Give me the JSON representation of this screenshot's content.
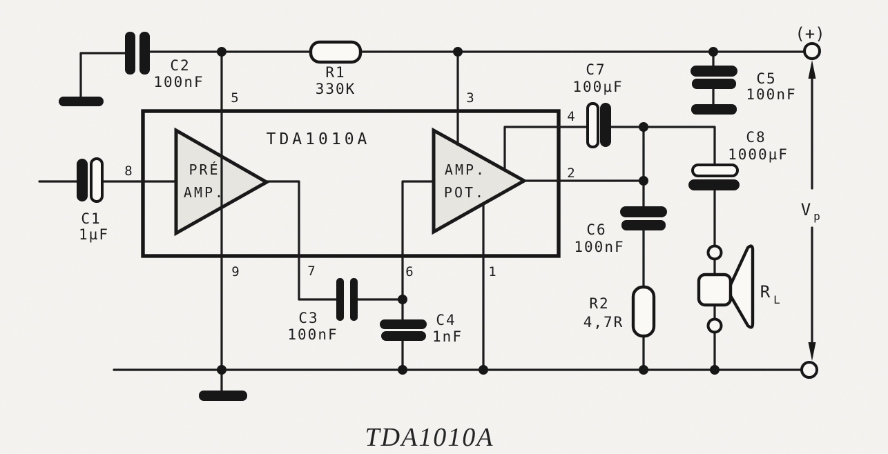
{
  "ic": {
    "part": "TDA1010A",
    "preamp_line1": "PRÉ",
    "preamp_line2": "AMP.",
    "poweramp_line1": "AMP.",
    "poweramp_line2": "POT."
  },
  "pins": {
    "p1": "1",
    "p2": "2",
    "p3": "3",
    "p4": "4",
    "p5": "5",
    "p6": "6",
    "p7": "7",
    "p8": "8",
    "p9": "9"
  },
  "components": {
    "c1": {
      "name": "C1",
      "value": "1µF"
    },
    "c2": {
      "name": "C2",
      "value": "100nF"
    },
    "c3": {
      "name": "C3",
      "value": "100nF"
    },
    "c4": {
      "name": "C4",
      "value": "1nF"
    },
    "c5": {
      "name": "C5",
      "value": "100nF"
    },
    "c6": {
      "name": "C6",
      "value": "100nF"
    },
    "c7": {
      "name": "C7",
      "value": "100µF"
    },
    "c8": {
      "name": "C8",
      "value": "1000µF"
    },
    "r1": {
      "name": "R1",
      "value": "330K"
    },
    "r2": {
      "name": "R2",
      "value": "4,7R"
    },
    "rl": {
      "name": "R",
      "sub": "L"
    }
  },
  "supply": {
    "positive_label": "(+)",
    "vp_main": "V",
    "vp_sub": "p"
  },
  "caption": {
    "text": "TDA1010A"
  },
  "colors": {
    "ink": "#1c1c1c",
    "paper": "#f5f4f1",
    "block_fill": "#e7e5e0"
  }
}
